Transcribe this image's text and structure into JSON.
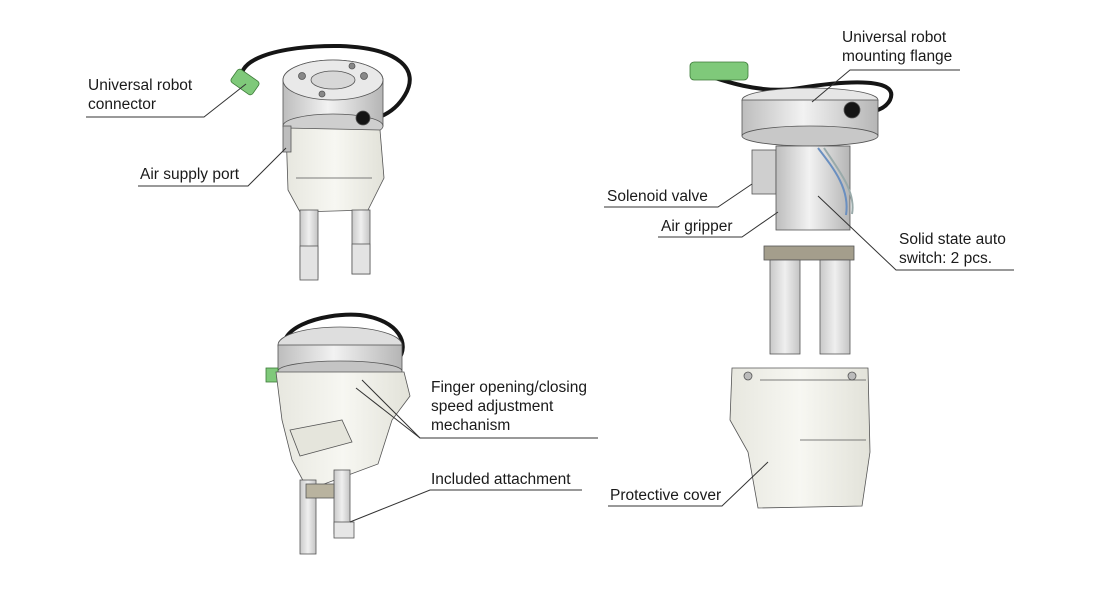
{
  "labels": {
    "universal_robot_connector": [
      "Universal robot",
      "connector"
    ],
    "air_supply_port": "Air supply port",
    "universal_robot_mounting_flange": [
      "Universal robot",
      "mounting flange"
    ],
    "solenoid_valve": "Solenoid valve",
    "air_gripper": "Air gripper",
    "solid_state_auto_switch": [
      "Solid state auto",
      "switch: 2 pcs."
    ],
    "finger_speed_adjustment": [
      "Finger opening/closing",
      "speed adjustment",
      "mechanism"
    ],
    "included_attachment": "Included attachment",
    "protective_cover": "Protective cover"
  },
  "colors": {
    "body": "#f1f1ea",
    "metal": "#dcdcdc",
    "cable": "#151515",
    "connector": "#7fc97a",
    "leader": "#333333"
  }
}
